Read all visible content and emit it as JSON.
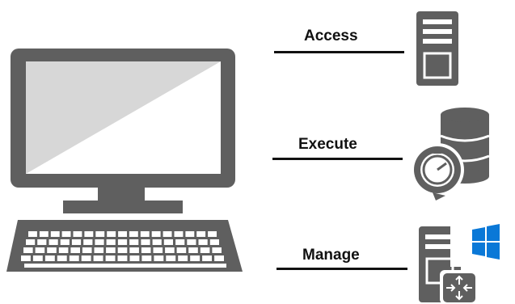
{
  "items": [
    {
      "label": "Access",
      "icon": "server-tower-icon"
    },
    {
      "label": "Execute",
      "icon": "database-clock-icon"
    },
    {
      "label": "Manage",
      "icon": "server-network-windows-icon"
    }
  ],
  "colors": {
    "icon_gray": "#5f5f5f",
    "screen_light": "#d7d7d7",
    "line": "#111111",
    "windows_blue": "#0a78d7"
  },
  "left_icon": "desktop-computer-keyboard-icon"
}
